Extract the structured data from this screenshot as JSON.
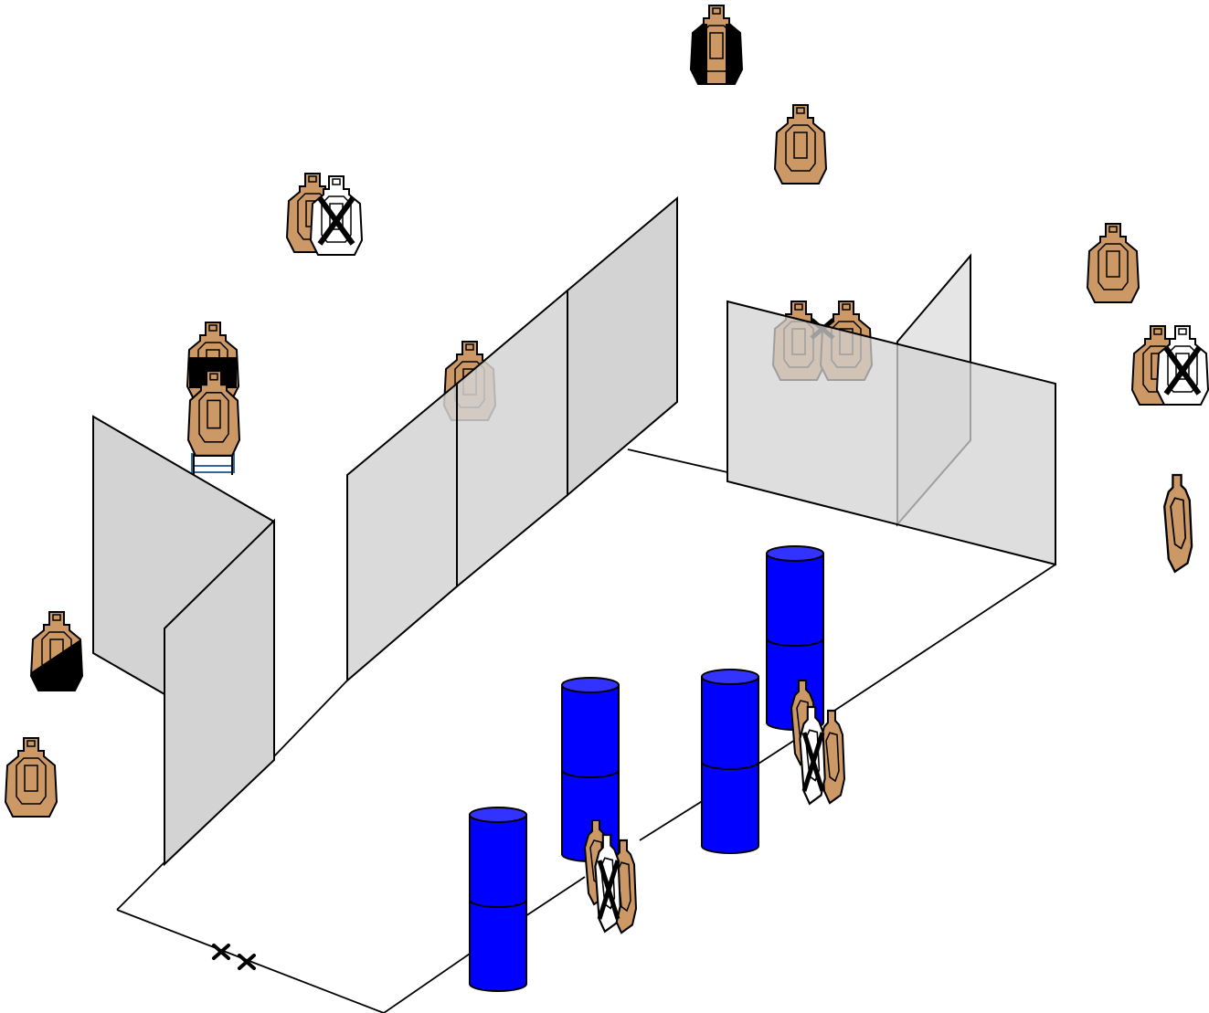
{
  "colors": {
    "target_cardboard": "#cc9966",
    "no_shoot": "#ffffff",
    "hard_cover": "#000000",
    "wall_fill": "#d3d3d3",
    "barrel_fill": "#0000ff",
    "barrel_top": "#3333ff",
    "outline": "#000000",
    "stand_frame": "#336699"
  },
  "legend": {},
  "stage": {
    "shooting_box_marker": "start-position-x-marks",
    "elements": [
      "paper-targets",
      "no-shoot-targets",
      "partial-hard-cover-targets",
      "walls",
      "barrels",
      "fault-lines",
      "start-position"
    ]
  }
}
